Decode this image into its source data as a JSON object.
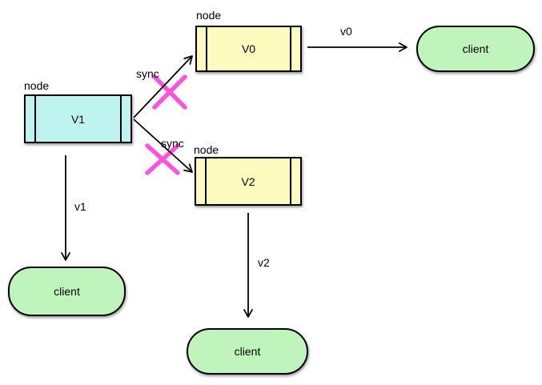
{
  "diagram": {
    "colors": {
      "background": "#FFFFFF",
      "v1_fill": "#BEF3F0",
      "v0_fill": "#FDFCBE",
      "v2_fill": "#FDFCBE",
      "client_fill": "#BFF5BC",
      "cross": "#FF52DE",
      "stroke": "#000000"
    },
    "nodes": [
      {
        "caption": "node",
        "label": "V1"
      },
      {
        "caption": "node",
        "label": "V0"
      },
      {
        "caption": "node",
        "label": "V2"
      }
    ],
    "clients": [
      {
        "label": "client"
      },
      {
        "label": "client"
      },
      {
        "label": "client"
      }
    ],
    "edges": [
      {
        "label": "sync",
        "from": "V1",
        "to": "V0",
        "blocked": true
      },
      {
        "label": "sync",
        "from": "V1",
        "to": "V2",
        "blocked": true
      },
      {
        "label": "v0",
        "from": "V0",
        "to": "client",
        "blocked": false
      },
      {
        "label": "v1",
        "from": "V1",
        "to": "client",
        "blocked": false
      },
      {
        "label": "v2",
        "from": "V2",
        "to": "client",
        "blocked": false
      }
    ]
  }
}
